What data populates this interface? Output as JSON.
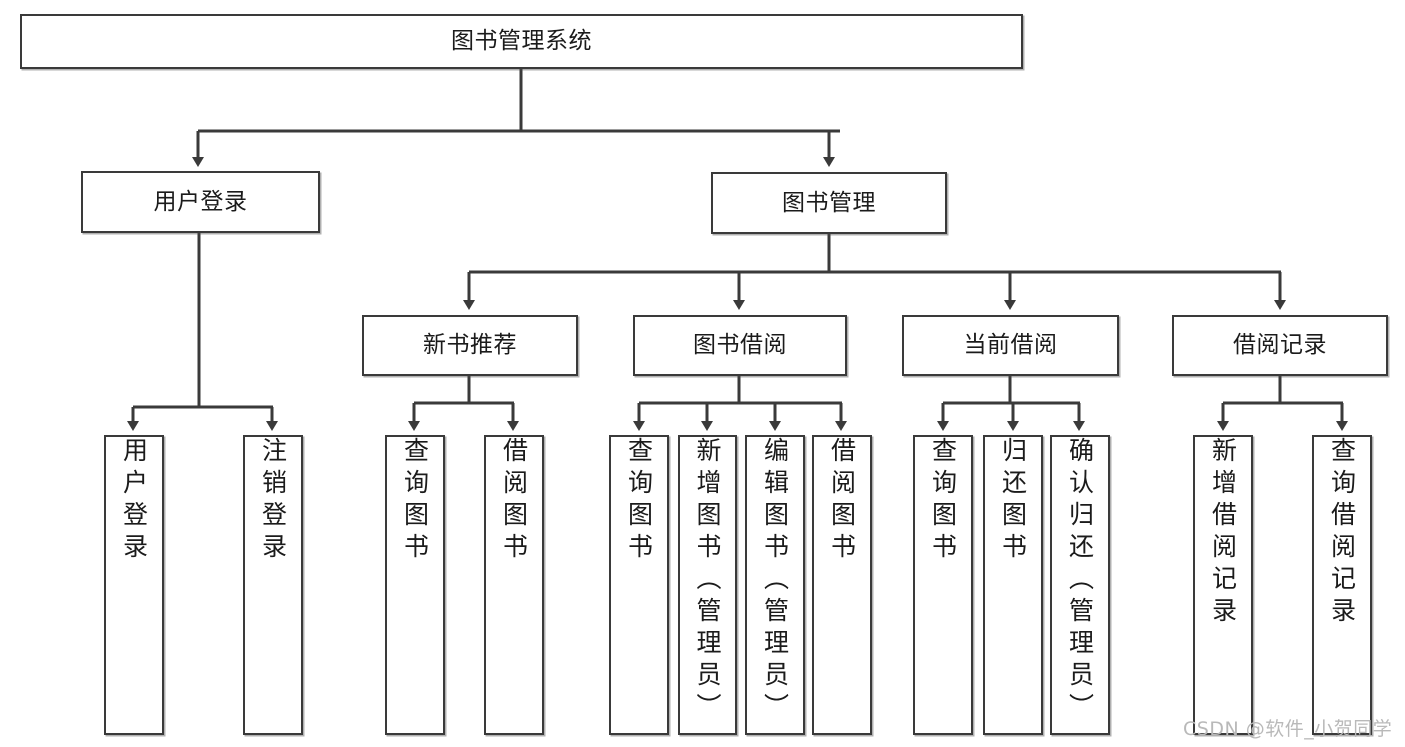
{
  "diagram": {
    "type": "tree-hierarchy-chart",
    "title": "图书管理系统",
    "background_color": "#ffffff",
    "line_color": "#3a3a3a",
    "box_border_color": "#3a3a3a",
    "box_fill_color": "#ffffff",
    "text_color": "#1b1b1b"
  },
  "nodes": {
    "root": {
      "label": "图书管理系统"
    },
    "level2": [
      {
        "label": "用户登录"
      },
      {
        "label": "图书管理"
      }
    ],
    "level3": [
      {
        "label": "新书推荐"
      },
      {
        "label": "图书借阅"
      },
      {
        "label": "当前借阅"
      },
      {
        "label": "借阅记录"
      }
    ],
    "leaves_user_login": [
      {
        "label": "用户登录"
      },
      {
        "label": "注销登录"
      }
    ],
    "leaves_new_book": [
      {
        "label": "查询图书"
      },
      {
        "label": "借阅图书"
      }
    ],
    "leaves_borrow": [
      {
        "label": "查询图书"
      },
      {
        "label": "新增图书（管理员）"
      },
      {
        "label": "编辑图书（管理员）"
      },
      {
        "label": "借阅图书"
      }
    ],
    "leaves_current": [
      {
        "label": "查询图书"
      },
      {
        "label": "归还图书"
      },
      {
        "label": "确认归还（管理员）"
      }
    ],
    "leaves_record": [
      {
        "label": "新增借阅记录"
      },
      {
        "label": "查询借阅记录"
      }
    ]
  },
  "watermark": {
    "text": "CSDN @软件_小贺同学"
  }
}
